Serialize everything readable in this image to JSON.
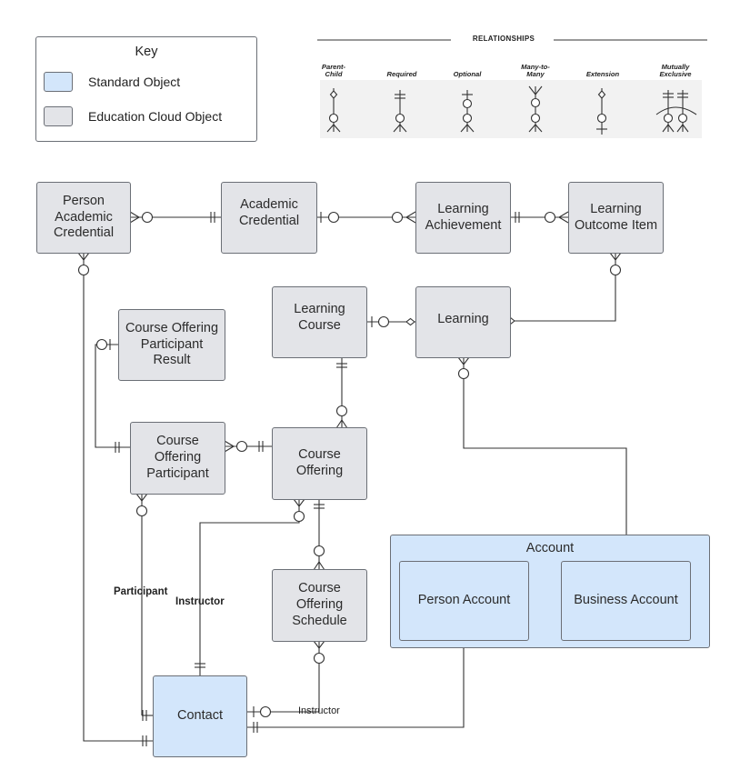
{
  "key": {
    "title": "Key",
    "items": [
      {
        "label": "Standard Object",
        "color": "#d3e6fb"
      },
      {
        "label": "Education Cloud Object",
        "color": "#e3e4e8"
      }
    ]
  },
  "relationships": {
    "title": "RELATIONSHIPS",
    "types": [
      {
        "label": "Parent-Child",
        "l1": "Parent-",
        "l2": "Child"
      },
      {
        "label": "Required",
        "l1": "Required",
        "l2": ""
      },
      {
        "label": "Optional",
        "l1": "Optional",
        "l2": ""
      },
      {
        "label": "Many-to-Many",
        "l1": "Many-to-",
        "l2": "Many"
      },
      {
        "label": "Extension",
        "l1": "Extension",
        "l2": ""
      },
      {
        "label": "Mutually Exclusive",
        "l1": "Mutually",
        "l2": "Exclusive"
      }
    ]
  },
  "entities": {
    "person_academic_credential": {
      "l1": "Person",
      "l2": "Academic",
      "l3": "Credential"
    },
    "academic_credential": {
      "l1": "Academic",
      "l2": "Credential"
    },
    "learning_achievement": {
      "l1": "Learning",
      "l2": "Achievement"
    },
    "learning_outcome_item": {
      "l1": "Learning",
      "l2": "Outcome Item"
    },
    "learning_course": {
      "l1": "Learning",
      "l2": "Course"
    },
    "learning": {
      "l1": "Learning"
    },
    "course_offering_participant_result": {
      "l1": "Course Offering",
      "l2": "Participant",
      "l3": "Result"
    },
    "course_offering_participant": {
      "l1": "Course",
      "l2": "Offering",
      "l3": "Participant"
    },
    "course_offering": {
      "l1": "Course",
      "l2": "Offering"
    },
    "course_offering_schedule": {
      "l1": "Course",
      "l2": "Offering",
      "l3": "Schedule"
    },
    "contact": {
      "l1": "Contact"
    },
    "account": {
      "title": "Account"
    },
    "person_account": {
      "l1": "Person Account"
    },
    "business_account": {
      "l1": "Business Account"
    }
  },
  "line_labels": {
    "participant": "Participant",
    "instructor_bold": "Instructor",
    "instructor_plain": "Instructor"
  }
}
